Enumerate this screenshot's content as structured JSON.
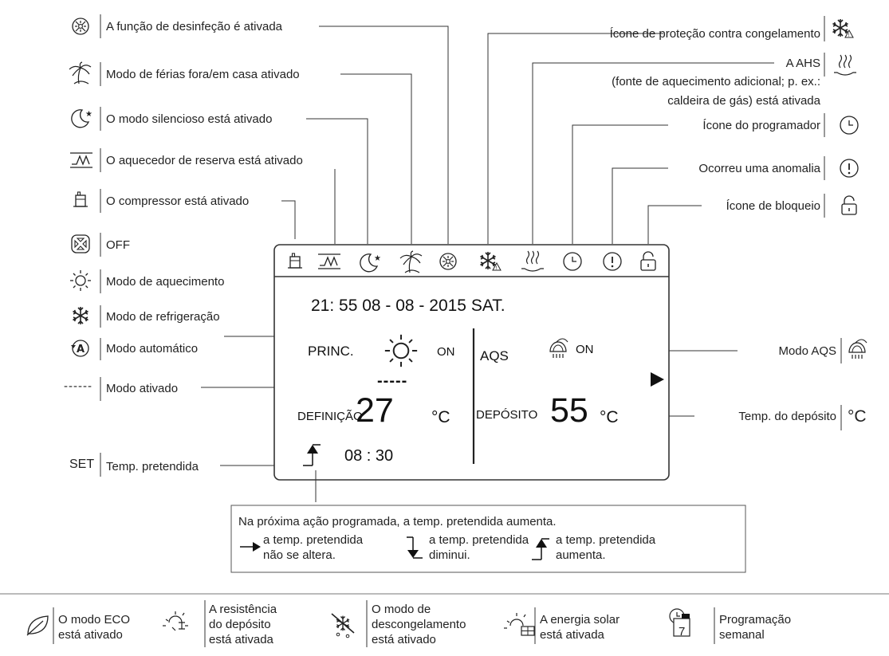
{
  "left_labels": {
    "disinfect": "A função de desinfeção é ativada",
    "holiday": "Modo de férias fora/em casa ativado",
    "silent": "O modo silencioso está ativado",
    "backup_heater": "O aquecedor de reserva está ativado",
    "compressor": "O compressor está ativado",
    "off": "OFF",
    "heating": "Modo de aquecimento",
    "cooling": "Modo de refrigeração",
    "auto": "Modo automático",
    "mode_active_symbol": "------",
    "mode_active": "Modo ativado",
    "set_symbol": "SET",
    "target_temp": "Temp. pretendida"
  },
  "right_labels": {
    "antifreeze": "Ícone de proteção contra congelamento",
    "ahs_1": "A AHS",
    "ahs_2": "(fonte de aquecimento adicional; p. ex.:",
    "ahs_3": "caldeira de gás) está ativada",
    "timer": "Ícone do programador",
    "error": "Ocorreu uma anomalia",
    "lock": "Ícone de bloqueio",
    "dhw_mode": "Modo AQS",
    "tank_temp": "Temp. do depósito",
    "celsius": "°C"
  },
  "display": {
    "datetime": "21: 55   08 - 08 - 2015 SAT.",
    "main_label": "PRINC.",
    "main_state": "ON",
    "dashes": "-----",
    "setting_label": "DEFINIÇÃO",
    "setting_value": "27",
    "setting_unit": "°C",
    "schedule_time": "08 : 30",
    "dhw_label": "AQS",
    "dhw_state": "ON",
    "tank_label": "DEPÓSITO",
    "tank_value": "55",
    "tank_unit": "°C"
  },
  "note": {
    "title": "Na próxima ação programada, a temp. pretendida aumenta.",
    "same_1": "a temp. pretendida",
    "same_2": "não se altera.",
    "down_1": "a temp. pretendida",
    "down_2": "diminui.",
    "up_1": "a temp. pretendida",
    "up_2": "aumenta."
  },
  "legend": {
    "eco_1": "O modo ECO",
    "eco_2": "está ativado",
    "tank_heater_1": "A resistência",
    "tank_heater_2": "do depósito",
    "tank_heater_3": "está ativada",
    "defrost_1": "O modo de",
    "defrost_2": "descongelamento",
    "defrost_3": "está ativado",
    "solar_1": "A energia solar",
    "solar_2": "está ativada",
    "weekly_1": "Programação",
    "weekly_2": "semanal",
    "weekly_num": "7"
  }
}
